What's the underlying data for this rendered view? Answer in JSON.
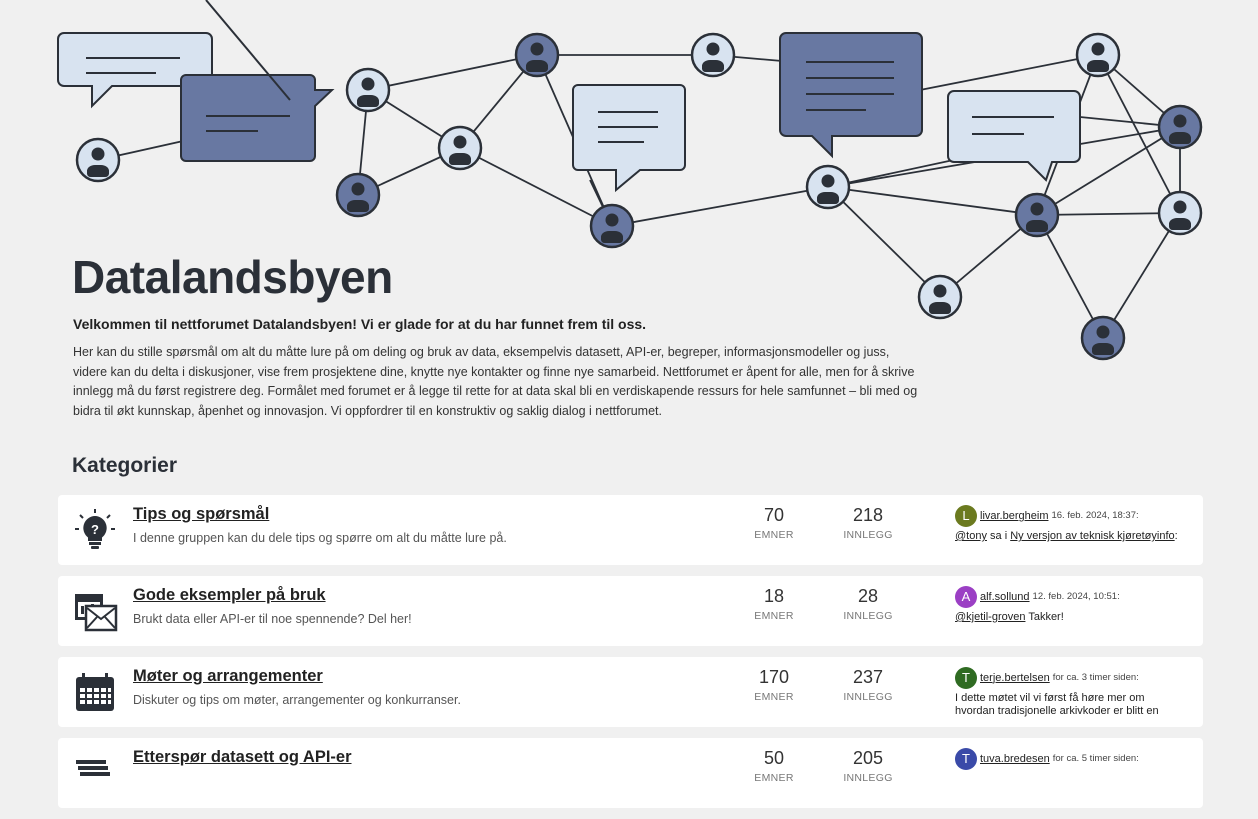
{
  "header": {
    "title": "Datalandsbyen",
    "subtitle": "Velkommen til nettforumet Datalandsbyen! Vi er glade for at du har funnet frem til oss.",
    "intro": "Her kan du stille spørsmål om alt du måtte lure på om deling og bruk av data, eksempelvis datasett, API-er, begreper, informasjonsmodeller og juss, videre kan du delta i diskusjoner, vise frem prosjektene dine, knytte nye kontakter og finne nye samarbeid. Nettforumet er åpent for alle, men for å skrive innlegg må du først registrere deg. Formålet med forumet er å legge til rette for at data skal bli en verdiskapende ressurs for hele samfunnet – bli med og bidra til økt kunnskap, åpenhet og innovasjon. Vi oppfordrer til en konstruktiv og saklig dialog i nettforumet."
  },
  "categories_heading": "Kategorier",
  "colors": {
    "page_bg": "#f0f0f0",
    "node_dark": "#6878a2",
    "node_light": "#d8e3f0",
    "outline": "#2b3038"
  },
  "categories": [
    {
      "icon": "lightbulb-question-icon",
      "title": "Tips og spørsmål",
      "description": "I denne gruppen kan du dele tips og spørre om alt du måtte lure på.",
      "topics": "70",
      "topics_label": "EMNER",
      "posts": "218",
      "posts_label": "INNLEGG",
      "latest": {
        "avatar_letter": "L",
        "avatar_color": "#6b7a1f",
        "user": "livar.bergheim",
        "time": "16. feb. 2024, 18:37:",
        "mention": "@tony",
        "text": " sa i ",
        "link": "Ny versjon av teknisk kjøretøyinfo",
        "suffix": ":"
      }
    },
    {
      "icon": "data-mail-icon",
      "title": "Gode eksempler på bruk",
      "description": "Brukt data eller API-er til noe spennende? Del her!",
      "topics": "18",
      "topics_label": "EMNER",
      "posts": "28",
      "posts_label": "INNLEGG",
      "latest": {
        "avatar_letter": "A",
        "avatar_color": "#9b3fc4",
        "user": "alf.sollund",
        "time": "12. feb. 2024, 10:51:",
        "mention": "@kjetil-groven",
        "text": " Takker!",
        "link": "",
        "suffix": ""
      }
    },
    {
      "icon": "calendar-icon",
      "title": "Møter og arrangementer",
      "description": "Diskuter og tips om møter, arrangementer og konkurranser.",
      "topics": "170",
      "topics_label": "EMNER",
      "posts": "237",
      "posts_label": "INNLEGG",
      "latest": {
        "avatar_letter": "T",
        "avatar_color": "#2f6b22",
        "user": "terje.bertelsen",
        "time": "for ca. 3 timer siden:",
        "mention": "",
        "text": "I dette møtet vil vi først få høre mer om hvordan tradisjonelle arkivkoder er blitt en",
        "link": "",
        "suffix": ""
      }
    },
    {
      "icon": "stack-icon",
      "title": "Etterspør datasett og API-er",
      "description": "",
      "topics": "50",
      "topics_label": "EMNER",
      "posts": "205",
      "posts_label": "INNLEGG",
      "latest": {
        "avatar_letter": "T",
        "avatar_color": "#3a4aa8",
        "user": "tuva.bredesen",
        "time": "for ca. 5 timer siden:",
        "mention": "",
        "text": "",
        "link": "",
        "suffix": ""
      }
    }
  ]
}
